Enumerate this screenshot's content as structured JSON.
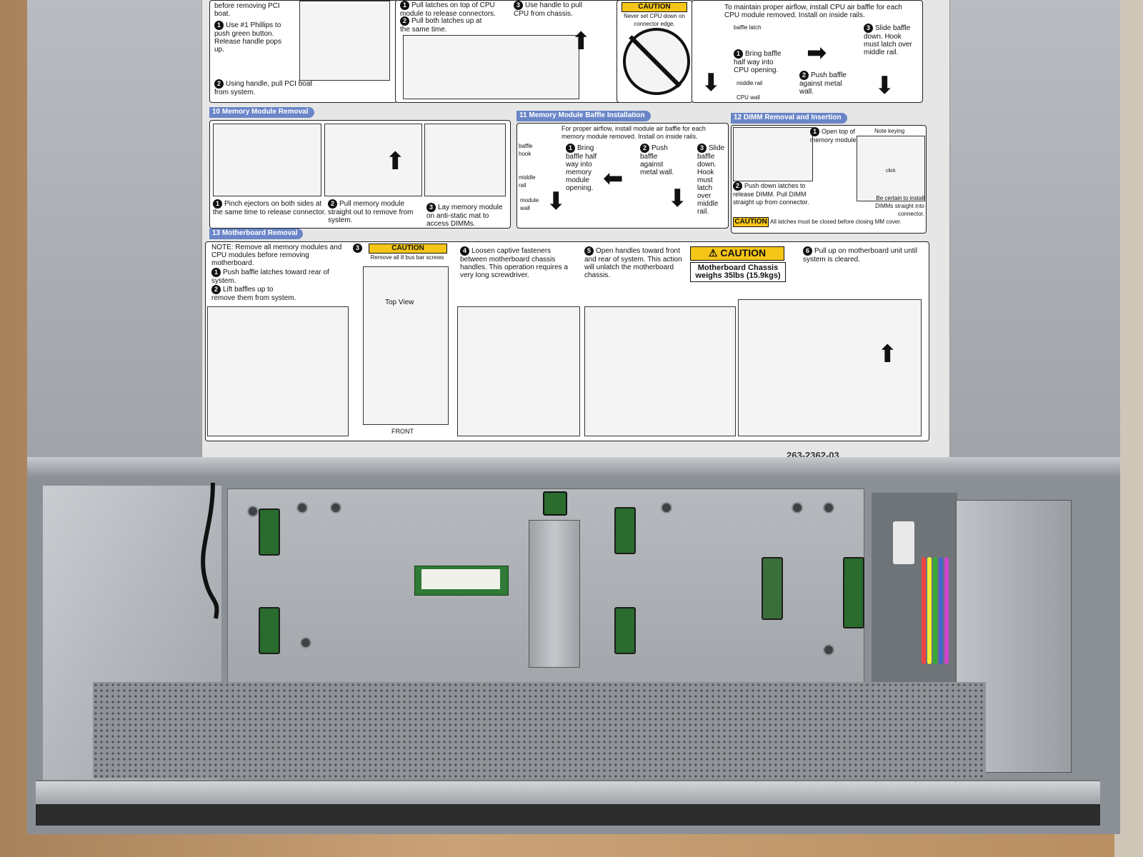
{
  "label": {
    "part_number": "263-2362-03",
    "top_strip": {
      "pci": {
        "intro": "before removing PCI boat.",
        "step1": "Use #1 Phillips to push green button. Release handle pops up.",
        "step2": "Using handle, pull PCI boat from system."
      },
      "cpu_module": {
        "step1": "Pull latches on top of CPU module to release connectors.",
        "step2": "Pull both latches up at the same time.",
        "step3": "Use handle to pull CPU from chassis.",
        "caution_title": "CAUTION",
        "caution_text": "Never set CPU down on connector edge."
      },
      "cpu_baffle": {
        "intro": "To maintain proper airflow, install CPU air baffle for each CPU module removed. Install on inside rails.",
        "baffle_latch": "baffle latch",
        "middle_rail": "middle rail",
        "cpu_wall": "CPU wall",
        "step1": "Bring baffle half way into CPU opening.",
        "step2": "Push baffle against metal wall.",
        "step3": "Slide baffle down. Hook must latch over middle rail."
      }
    },
    "sections": {
      "memory_removal": {
        "number": "10",
        "title": "Memory Module Removal",
        "step1": "Pinch ejectors on both sides at the same time to release connector.",
        "step2": "Pull memory module straight out to remove from system.",
        "step3": "Lay memory module on anti-static mat to access DIMMs."
      },
      "memory_baffle": {
        "number": "11",
        "title": "Memory Module Baffle Installation",
        "intro": "For proper airflow, install module air baffle for each memory module removed. Install on inside rails.",
        "baffle_hook": "baffle hook",
        "middle_rail": "middle rail",
        "module_wall": "module wall",
        "step1": "Bring baffle half way into memory module opening.",
        "step2": "Push baffle against metal wall.",
        "step3": "Slide baffle down. Hook must latch over middle rail."
      },
      "dimm": {
        "number": "12",
        "title": "DIMM Removal and Insertion",
        "step1": "Open top of memory module.",
        "note_keying": "Note keying",
        "click": "click",
        "step2": "Push down latches to release DIMM. Pull DIMM straight up from connector.",
        "certain": "Be certain to install DIMMs straight into connector.",
        "caution_title": "CAUTION",
        "caution_text": "All latches must be closed before closing MM cover."
      },
      "motherboard": {
        "number": "13",
        "title": "Motherboard Removal",
        "note": "NOTE: Remove all memory modules and CPU modules before removing motherboard.",
        "step1": "Push baffle latches toward rear of system.",
        "step2": "Lift baffles up to remove them from system.",
        "step3_caution": "CAUTION",
        "step3_text": "Remove all 8 bus bar screws",
        "top_view": "Top View",
        "front": "FRONT",
        "step4": "Loosen captive fasteners between motherboard chassis handles. This operation requires a very long screwdriver.",
        "step5": "Open handles toward front and rear of system. This action will unlatch the motherboard chassis.",
        "big_caution": "⚠ CAUTION",
        "big_caution_text": "Motherboard Chassis weighs 35lbs (15.9kgs)",
        "step6": "Pull up on motherboard unit until system is cleared."
      }
    }
  },
  "colors": {
    "section_tab": "#6a86c8",
    "caution_yellow": "#f5c518",
    "connector_green": "#2a6b2e"
  }
}
